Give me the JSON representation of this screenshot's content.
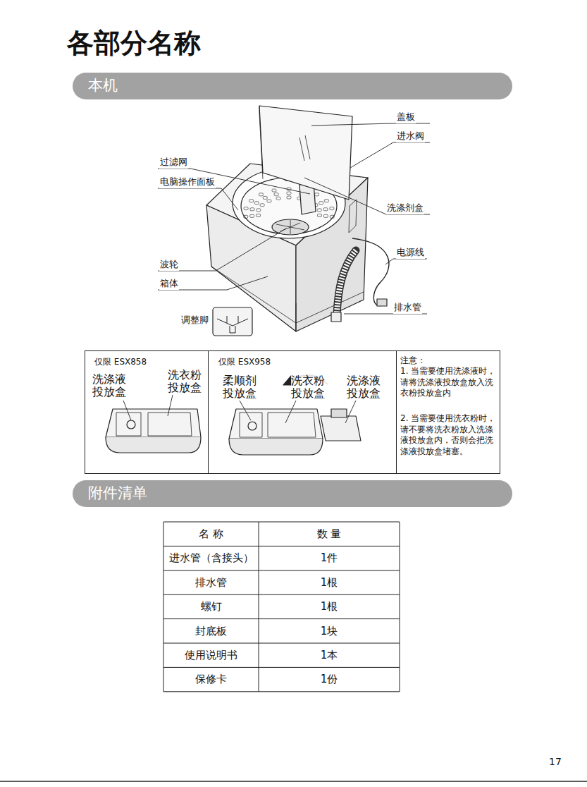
{
  "diagram": {
    "title": "各部分名称",
    "nodes": [
      {
        "text": [
          "本机"
        ]
      },
      {
        "text": [
          "附件清单"
        ]
      },
      {
        "text": [
          "仅限 ESX858",
          "洗涤液 投放盒",
          "洗衣粉 投放盒"
        ]
      },
      {
        "text": [
          "仅限 ESX958",
          "柔顺剂 投放盒",
          "洗衣粉 投放盒",
          "洗涤液 投放盒"
        ]
      },
      {
        "text": [
          "注意：",
          "1. 当需要使用洗涤液时，请将洗涤液投放盒放入洗衣粉投放盒内",
          "2. 当需要使用洗衣粉时，请不要将洗衣粉放入洗涤液投放盒内，否则会把洗涤液投放盒堵塞。"
        ]
      }
    ],
    "labels": [
      "盖板",
      "进水阀",
      "过滤网",
      "电脑操作面板",
      "洗涤剂盒",
      "电源线",
      "波轮",
      "箱体",
      "调整脚",
      "排水管",
      "名 称",
      "数 量",
      "进水管（含接头）",
      "1件",
      "排水管",
      "1根",
      "螺钉",
      "1根",
      "封底板",
      "1块",
      "使用说明书",
      "1本",
      "保修卡",
      "1份",
      "17"
    ]
  }
}
